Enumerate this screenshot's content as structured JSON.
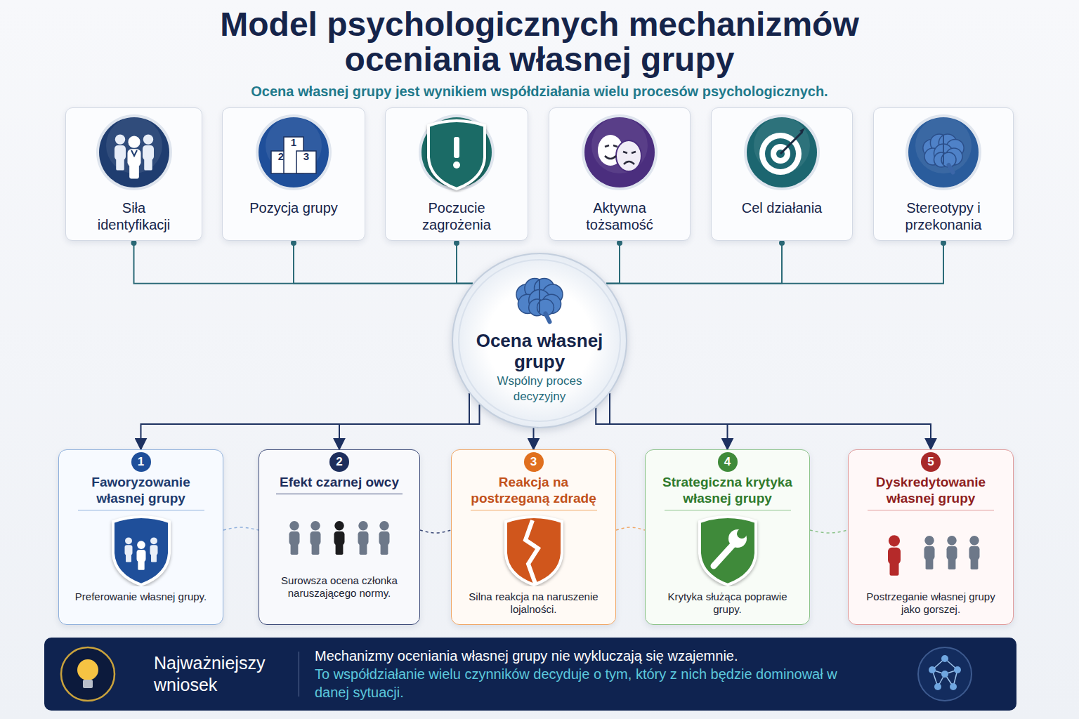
{
  "diagram": {
    "title": "Model psychologicznych mechanizmów oceniania własnej grupy",
    "nodes": [
      {
        "text": [
          "Siła identyfikacji"
        ]
      },
      {
        "text": [
          "Pozycja grupy"
        ]
      },
      {
        "text": [
          "Poczucie zagrożenia"
        ]
      },
      {
        "text": [
          "Aktywna tożsamość"
        ]
      },
      {
        "text": [
          "Cel działania"
        ]
      },
      {
        "text": [
          "Stereotypy i przekonania"
        ]
      },
      {
        "text": [
          "Ocena własnej grupy",
          "Wspólny proces decyzyjny"
        ]
      },
      {
        "text": [
          "1",
          "Faworyzowanie własnej grupy",
          "Preferowanie własnej grupy."
        ]
      },
      {
        "text": [
          "2",
          "Efekt czarnej owcy",
          "Surowsza ocena członka naruszającego normy."
        ]
      },
      {
        "text": [
          "3",
          "Reakcja na postrzeganą zdradę",
          "Silna reakcja na naruszenie lojalności."
        ]
      },
      {
        "text": [
          "4",
          "Strategiczna krytyka własnej grupy",
          "Krytyka służąca poprawie grupy."
        ]
      },
      {
        "text": [
          "5",
          "Dyskredytowanie własnej grupy",
          "Postrzeganie własnej grupy jako gorszej."
        ]
      },
      {
        "text": [
          "Najważniejszy wniosek",
          "Mechanizmy oceniania własnej grupy nie wykluczają się wzajemnie.",
          "To współdziałanie wielu czynników decyduje o tym, który z nich będzie dominował w danej sytuacji."
        ]
      }
    ],
    "edges": [
      {
        "from": 0,
        "to": 6,
        "arrow": "none"
      },
      {
        "from": 1,
        "to": 6,
        "arrow": "none"
      },
      {
        "from": 2,
        "to": 6,
        "arrow": "none"
      },
      {
        "from": 3,
        "to": 6,
        "arrow": "none"
      },
      {
        "from": 4,
        "to": 6,
        "arrow": "none"
      },
      {
        "from": 5,
        "to": 6,
        "arrow": "none"
      },
      {
        "from": 6,
        "to": 7,
        "arrow": "to"
      },
      {
        "from": 6,
        "to": 8,
        "arrow": "to"
      },
      {
        "from": 6,
        "to": 9,
        "arrow": "to"
      },
      {
        "from": 6,
        "to": 10,
        "arrow": "to"
      },
      {
        "from": 6,
        "to": 11,
        "arrow": "to"
      },
      {
        "from": 7,
        "to": 8,
        "arrow": "none"
      },
      {
        "from": 8,
        "to": 9,
        "arrow": "none"
      },
      {
        "from": 9,
        "to": 10,
        "arrow": "none"
      },
      {
        "from": 10,
        "to": 11,
        "arrow": "none"
      }
    ],
    "labels": [
      "Ocena własnej grupy jest wynikiem współdziałania wielu procesów psychologicznych.",
      "2",
      "1",
      "3"
    ]
  }
}
